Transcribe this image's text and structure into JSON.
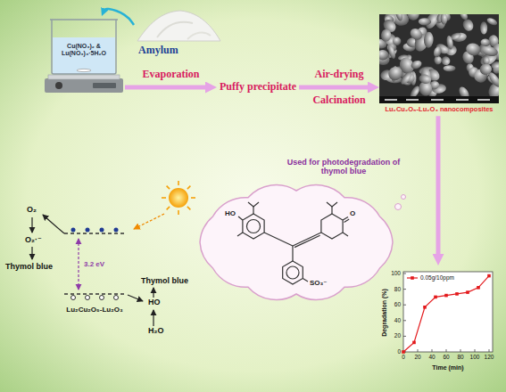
{
  "diagram": {
    "nodes": [
      {
        "text": [
          "Cu(NO₃)₂ & Lu(NO₃)₃·5H₂O"
        ]
      },
      {
        "text": [
          "Amylum"
        ]
      },
      {
        "text": [
          "Puffy precipitate"
        ]
      },
      {
        "text": [
          "Lu₂Cu₂O₅-Lu₂O₃ nanocomposites"
        ]
      },
      {
        "text": [
          "Degradation (%)",
          "Time (min)"
        ]
      }
    ],
    "edges": [
      {
        "from": 1,
        "to": 0,
        "arrow": "to"
      },
      {
        "from": 0,
        "to": 2,
        "label": "Evaporation",
        "arrow": "to"
      },
      {
        "from": 2,
        "to": 3,
        "label": "Air-drying",
        "arrow": "to"
      },
      {
        "from": 3,
        "to": 4,
        "arrow": "to"
      }
    ],
    "labels": [
      "Calcination",
      "Used for photodegradation of thymol blue",
      "HO",
      "O",
      "SO₃⁻",
      "O₂",
      "O₂·⁻",
      "3.2 eV",
      "Thymol blue",
      "Thymol blue",
      "HO",
      "H₂O",
      "Lu₂Cu₂O₅-Lu₂O₃",
      "0",
      "20",
      "40",
      "60",
      "80",
      "100",
      "0",
      "20",
      "40",
      "60",
      "80",
      "100",
      "120"
    ],
    "legend": [
      {
        "text": "0.05g/10ppm"
      }
    ]
  }
}
